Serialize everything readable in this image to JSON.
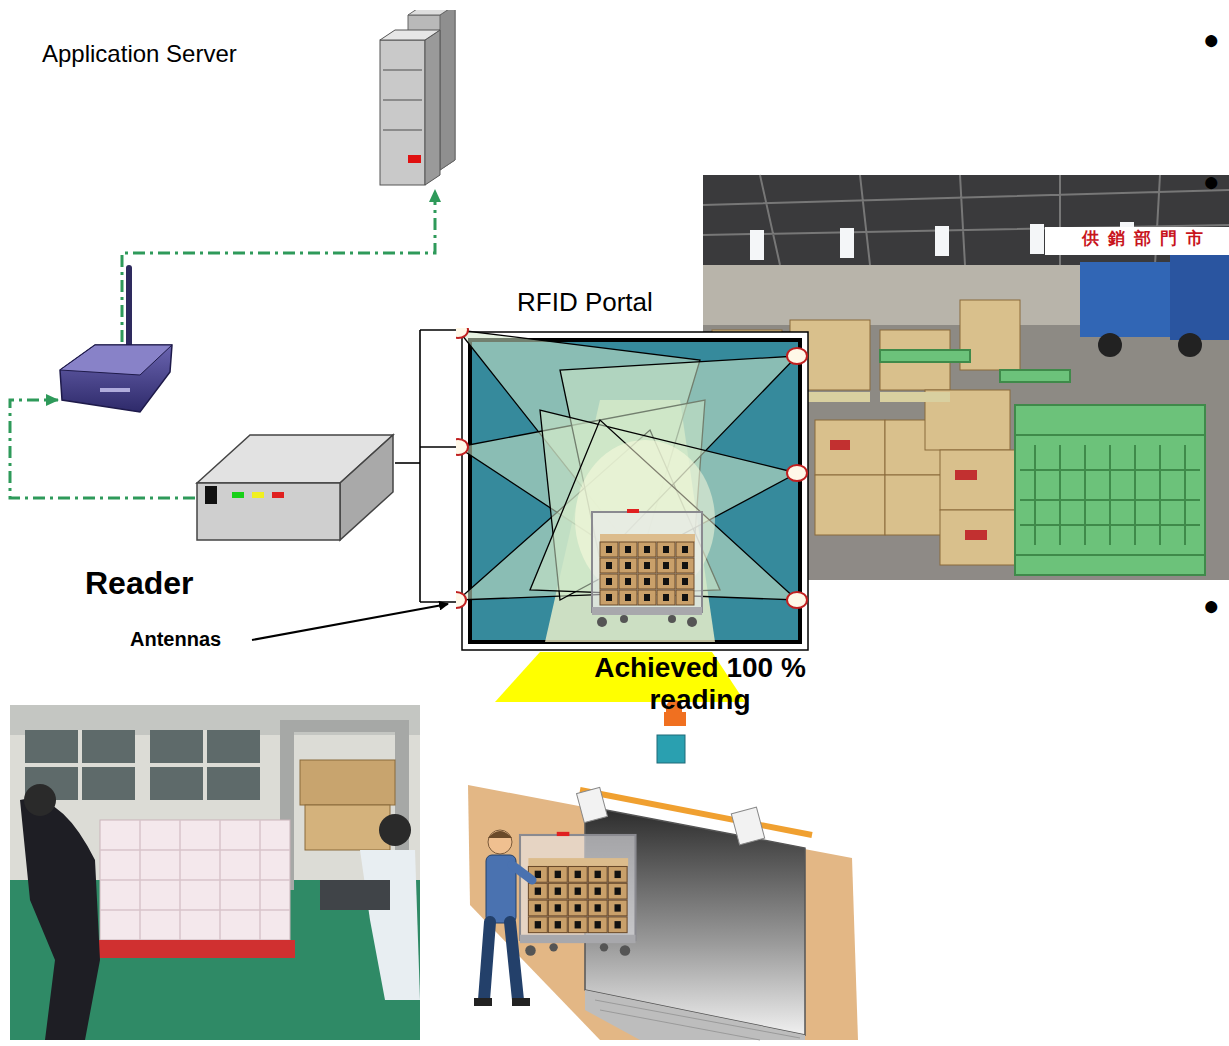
{
  "diagram": {
    "nodes": [
      {
        "text": [
          "Application Server"
        ]
      },
      {
        "text": [
          "RFID Portal"
        ]
      },
      {
        "text": [
          "Reader"
        ]
      }
    ],
    "edges": [
      {
        "from": 2,
        "to": 0,
        "arrow": "to"
      },
      {
        "from": 2,
        "to": 1,
        "arrow": "none"
      }
    ],
    "labels": [
      "Antennas",
      "Achieved 100 % reading",
      "供銷部門市",
      "●",
      "●",
      "●"
    ]
  }
}
